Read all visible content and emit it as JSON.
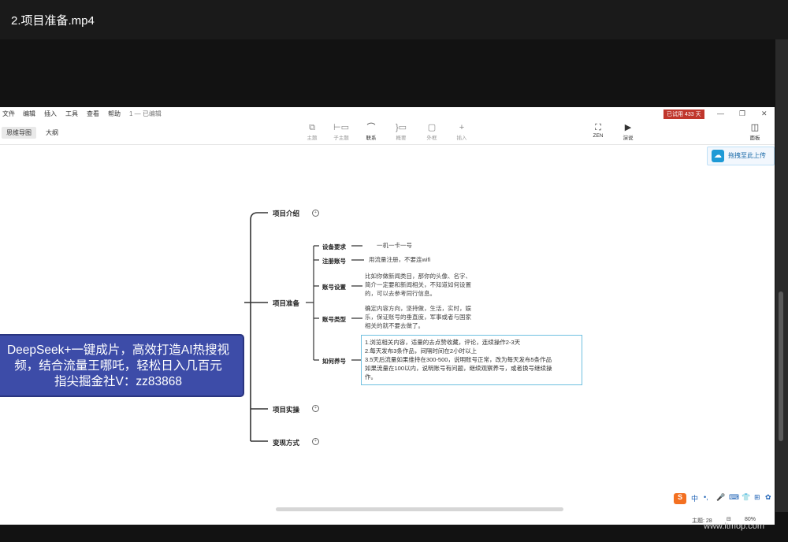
{
  "video": {
    "title": "2.项目准备.mp4"
  },
  "menu": {
    "items": [
      "文件",
      "编辑",
      "插入",
      "工具",
      "查看",
      "帮助"
    ],
    "doc_info": "1 — 已编辑",
    "trial_badge": "已试用 433 天"
  },
  "view_tabs": {
    "mindmap": "思维导图",
    "outline": "大纲"
  },
  "toolbar": {
    "tools": [
      {
        "label": "主题",
        "icon": "topic-icon"
      },
      {
        "label": "子主题",
        "icon": "subtopic-icon"
      },
      {
        "label": "联系",
        "icon": "relation-icon"
      },
      {
        "label": "概要",
        "icon": "summary-icon"
      },
      {
        "label": "外框",
        "icon": "boundary-icon"
      },
      {
        "label": "插入",
        "icon": "plus-icon"
      }
    ],
    "zen": "ZEN",
    "present": "演说",
    "panel": "面板"
  },
  "mindmap": {
    "root": [
      "DeepSeek+一键成片，高效打造AI热搜视",
      "频，结合流量王哪吒，轻松日入几百元",
      "指尖掘金社V：zz83868"
    ],
    "topics": [
      "项目介绍",
      "项目准备",
      "项目实操",
      "变现方式"
    ],
    "subtopics": [
      {
        "label": "设备要求",
        "detail": [
          "一机一卡一号"
        ]
      },
      {
        "label": "注册账号",
        "detail": [
          "用流量注册，不要连wifi"
        ]
      },
      {
        "label": "账号设置",
        "detail": [
          "比如你做新闻类目，那你的头像、名字、",
          "简介一定要和新闻相关，不知道如何设置",
          "的，可以去参考同行信息。"
        ]
      },
      {
        "label": "账号类型",
        "detail": [
          "确定内容方向，坚持做，生活，实时，娱",
          "乐，保证账号的垂直度，军事或者与国家",
          "相关的就不要去做了。"
        ]
      },
      {
        "label": "如何养号",
        "detail": [
          "1.浏览相关内容，适量的去点赞收藏，评论，连续操作2-3天",
          "2.每天发布3条作品，间隔时间在2小时以上",
          "3.5天后流量如果维持在300-500，说明账号正常，改为每天发布5条作品",
          "如果流量在100以内，说明账号有问题，继续观察养号，或者换号继续操",
          "作。"
        ]
      }
    ]
  },
  "upload": {
    "label": "拖拽至此上传"
  },
  "status": {
    "topics": "主题: 28",
    "zoom": "80%"
  },
  "ime": {
    "lang": "中"
  },
  "watermark": "www.ltmop.com"
}
